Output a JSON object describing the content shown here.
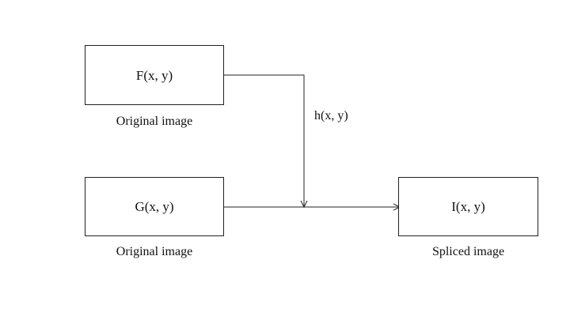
{
  "nodes": {
    "f": {
      "label": "F(x, y)",
      "caption": "Original image"
    },
    "g": {
      "label": "G(x, y)",
      "caption": "Original image"
    },
    "i": {
      "label": "I(x, y)",
      "caption": "Spliced image"
    }
  },
  "edges": {
    "h_label": "h(x, y)"
  },
  "colors": {
    "stroke": "#222222",
    "background": "#ffffff"
  }
}
